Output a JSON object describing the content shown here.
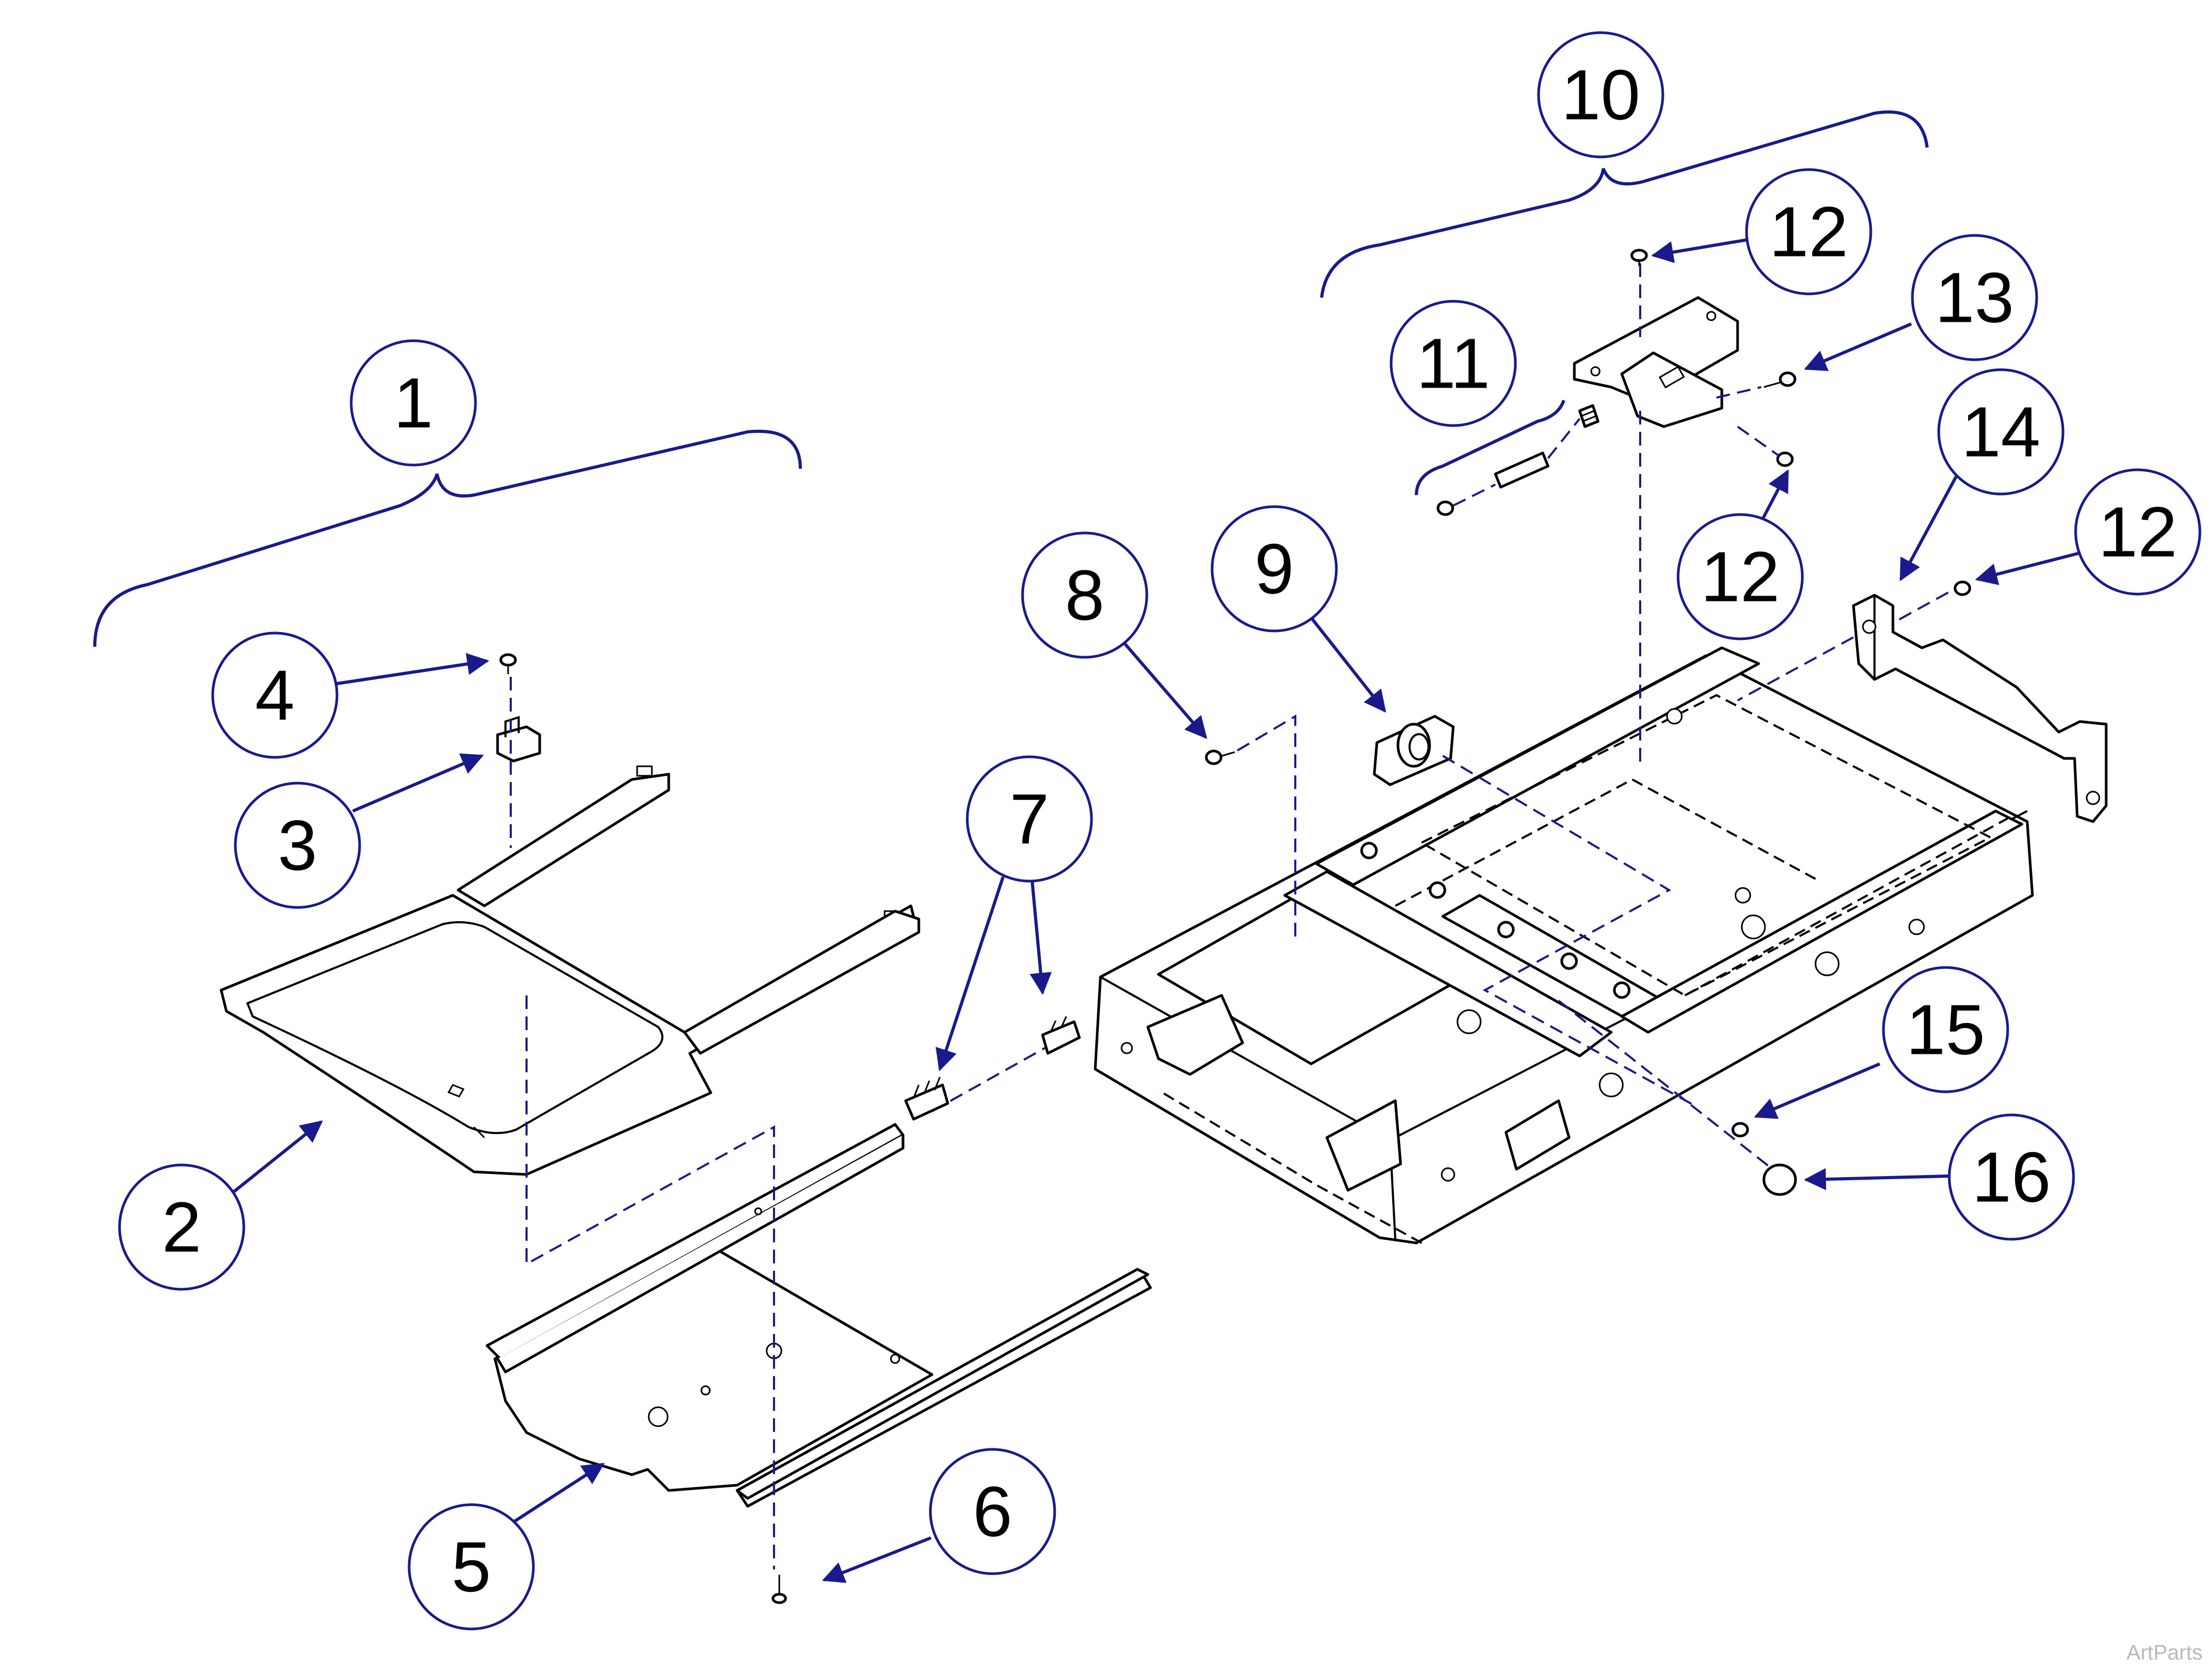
{
  "callouts": {
    "c1": "1",
    "c2": "2",
    "c3": "3",
    "c4": "4",
    "c5": "5",
    "c6": "6",
    "c7": "7",
    "c8": "8",
    "c9": "9",
    "c10": "10",
    "c11": "11",
    "c12a": "12",
    "c12b": "12",
    "c12c": "12",
    "c13": "13",
    "c14": "14",
    "c15": "15",
    "c16": "16"
  },
  "colors": {
    "callout_line": "#1a1a8c",
    "drawing_line": "#000000",
    "watermark": "#b8b8b8"
  },
  "watermark": "ArtParts"
}
